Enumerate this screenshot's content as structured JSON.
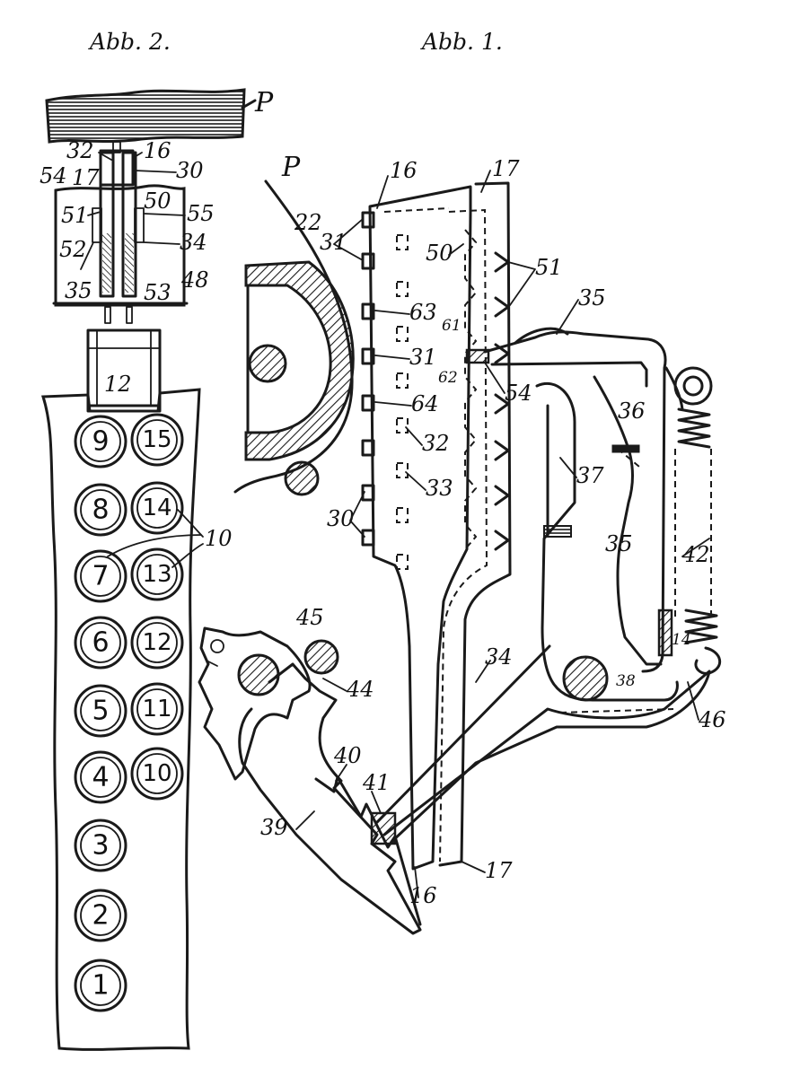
{
  "figure": {
    "caption_left": "Abb. 2.",
    "caption_right": "Abb. 1."
  },
  "keys_left_column": [
    "9",
    "8",
    "7",
    "6",
    "5",
    "4",
    "3",
    "2",
    "1"
  ],
  "keys_right_column": [
    "15",
    "14",
    "13",
    "12",
    "11",
    "10"
  ],
  "labels_fig2": {
    "platen": "P",
    "l16": "16",
    "l17": "17",
    "l30": "30",
    "l32": "32",
    "l50": "50",
    "l51": "51",
    "l52": "52",
    "l53": "53",
    "l54": "54",
    "l55": "55",
    "l34": "34",
    "l35": "35",
    "l48": "48",
    "l12": "12",
    "l10": "10"
  },
  "labels_fig1": {
    "platen": "P",
    "l22": "22",
    "l16_top": "16",
    "l17_top": "17",
    "l31a": "31",
    "l31b": "31",
    "l50": "50",
    "l51": "51",
    "l35_top": "35",
    "l63": "63",
    "l61": "61",
    "l62": "62",
    "l54": "54",
    "l64": "64",
    "l36": "36",
    "l32": "32",
    "l37": "37",
    "l33": "33",
    "l30": "30",
    "l35_mid": "35",
    "l42": "42",
    "l45": "45",
    "l14": "14",
    "l44": "44",
    "l34": "34",
    "l38": "38",
    "l46": "46",
    "l40": "40",
    "l41": "41",
    "l39": "39",
    "l16_bot": "16",
    "l17_bot": "17"
  }
}
